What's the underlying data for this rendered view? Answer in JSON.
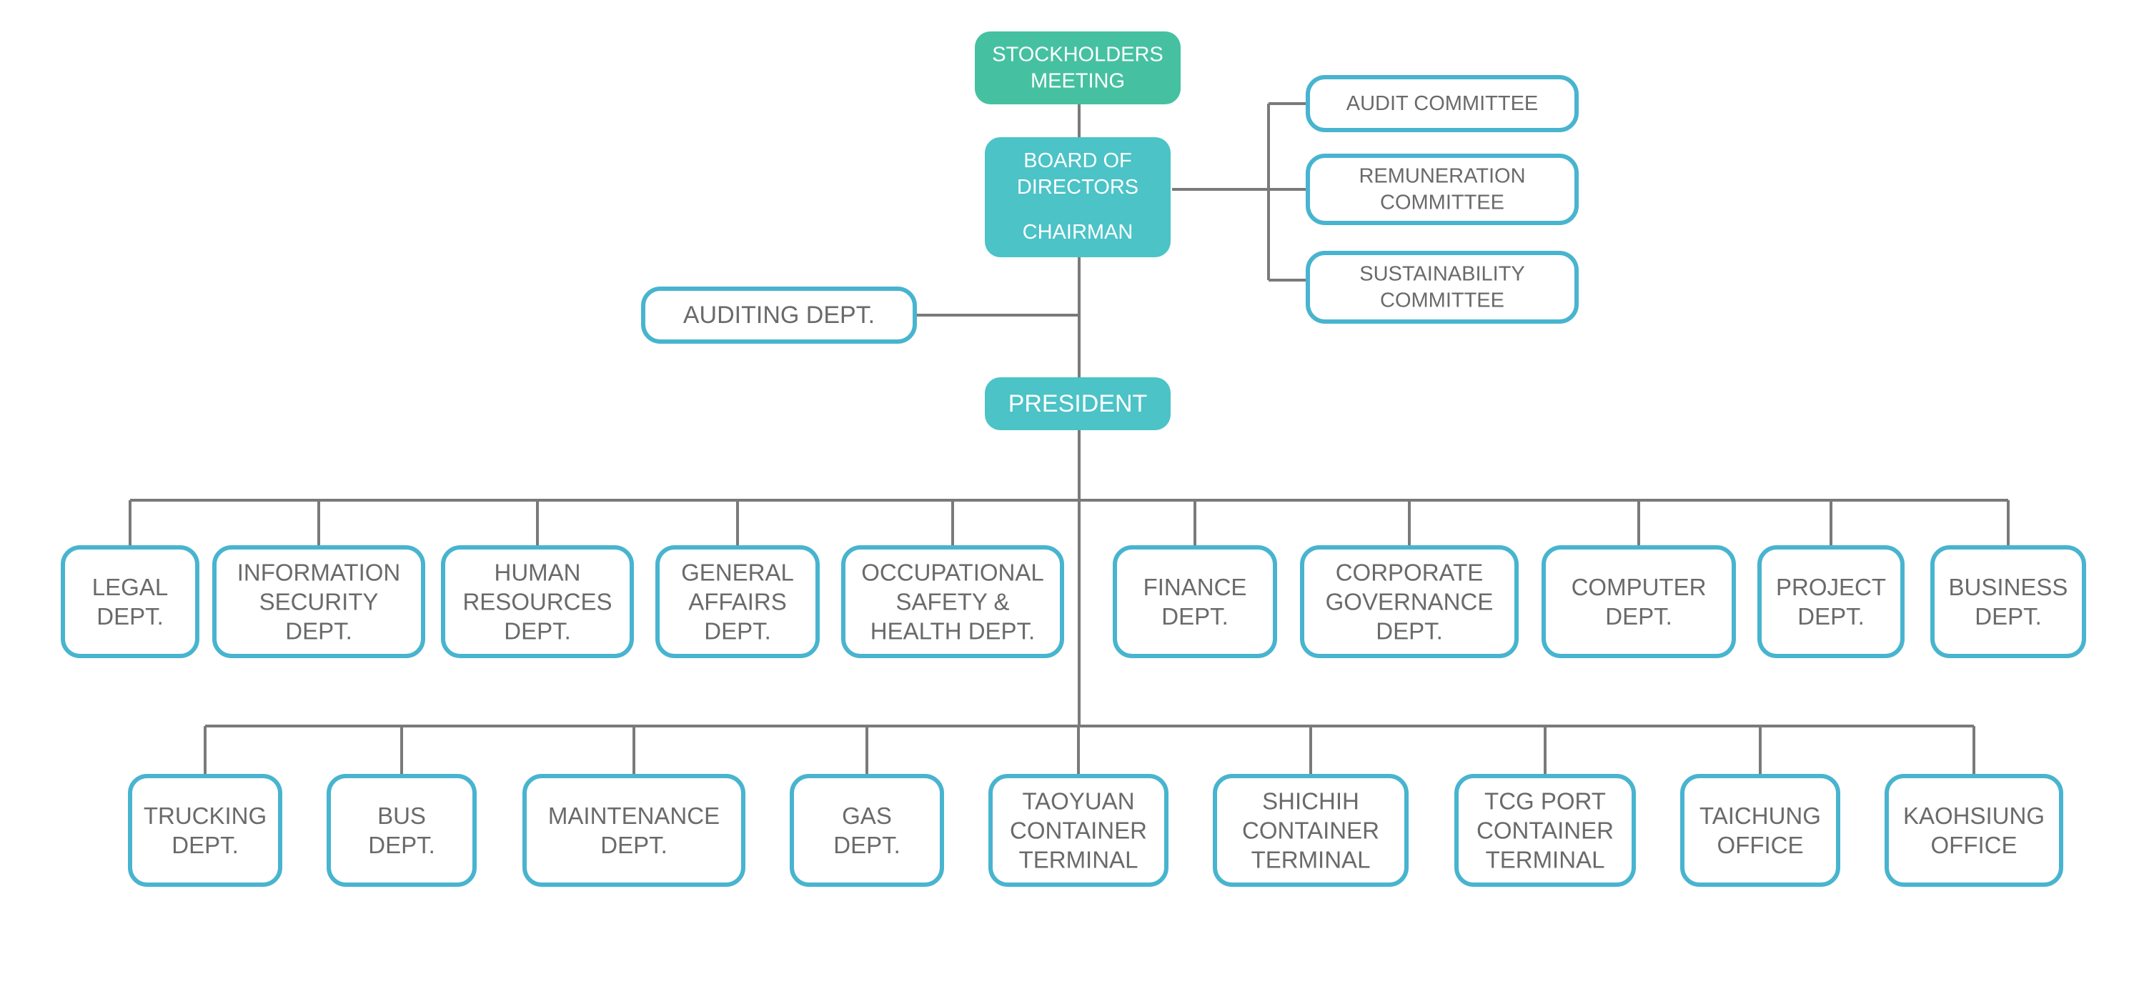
{
  "colors": {
    "filled": "#4bc3c7",
    "top": "#45c1a1",
    "outline": "#48b4cf",
    "connector": "#7a7a7a",
    "outline_text": "#6a6a6a"
  },
  "top": {
    "stockholders": [
      "STOCKHOLDERS",
      "MEETING"
    ],
    "board": [
      "BOARD OF",
      "DIRECTORS",
      "",
      "CHAIRMAN"
    ],
    "president": [
      "PRESIDENT"
    ]
  },
  "committees": [
    [
      "AUDIT COMMITTEE"
    ],
    [
      "REMUNERATION",
      "COMMITTEE"
    ],
    [
      "SUSTAINABILITY",
      "COMMITTEE"
    ]
  ],
  "auditing": [
    "AUDITING DEPT."
  ],
  "row1": [
    [
      "LEGAL",
      "DEPT."
    ],
    [
      "INFORMATION",
      "SECURITY",
      "DEPT."
    ],
    [
      "HUMAN",
      "RESOURCES",
      "DEPT."
    ],
    [
      "GENERAL",
      "AFFAIRS",
      "DEPT."
    ],
    [
      "OCCUPATIONAL",
      "SAFETY &",
      "HEALTH DEPT."
    ],
    [
      "FINANCE",
      "DEPT."
    ],
    [
      "CORPORATE",
      "GOVERNANCE",
      "DEPT."
    ],
    [
      "COMPUTER",
      "DEPT."
    ],
    [
      "PROJECT",
      "DEPT."
    ],
    [
      "BUSINESS",
      "DEPT."
    ]
  ],
  "row2": [
    [
      "TRUCKING",
      "DEPT."
    ],
    [
      "BUS",
      "DEPT."
    ],
    [
      "MAINTENANCE",
      "DEPT."
    ],
    [
      "GAS",
      "DEPT."
    ],
    [
      "TAOYUAN",
      "CONTAINER",
      "TERMINAL"
    ],
    [
      "SHICHIH",
      "CONTAINER",
      "TERMINAL"
    ],
    [
      "TCG PORT",
      "CONTAINER",
      "TERMINAL"
    ],
    [
      "TAICHUNG",
      "OFFICE"
    ],
    [
      "KAOHSIUNG",
      "OFFICE"
    ]
  ]
}
